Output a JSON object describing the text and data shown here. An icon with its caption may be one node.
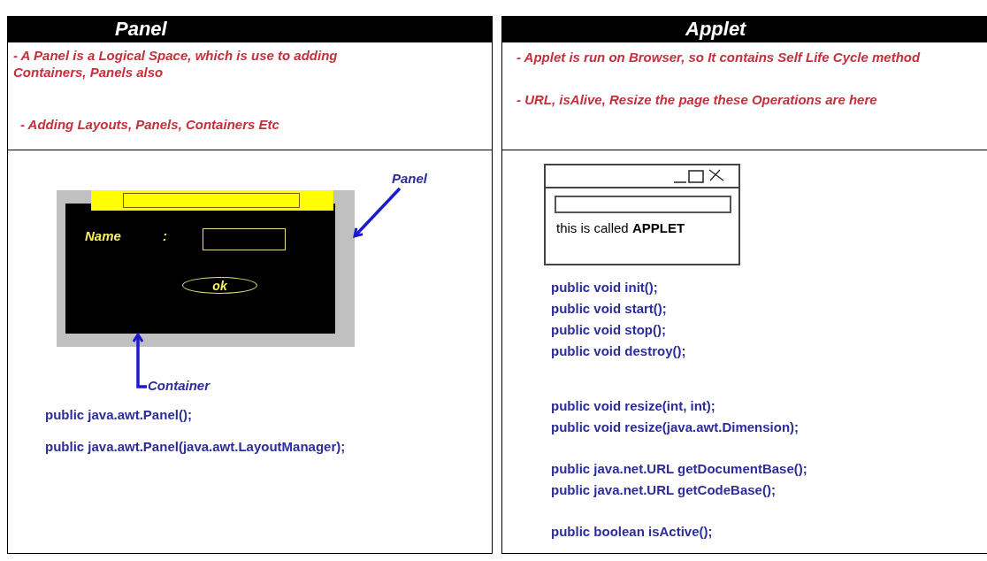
{
  "diagram": {
    "nodes": [
      {
        "text": [
          "Panel"
        ]
      },
      {
        "text": [
          "- A Panel is a Logical Space, which is use to adding Containers, Panels also",
          "- Adding Layouts, Panels, Containers Etc"
        ]
      },
      {
        "text": [
          "public java.awt.Panel();",
          "public java.awt.Panel(java.awt.LayoutManager);"
        ]
      },
      {
        "text": [],
        "shape": "box",
        "in": 2
      },
      {
        "text": [
          "Name",
          ":"
        ],
        "in": 3
      },
      {
        "text": [],
        "shape": "box",
        "in": 3
      },
      {
        "text": [],
        "shape": "box",
        "in": 5
      },
      {
        "text": [],
        "shape": "box",
        "in": 4
      },
      {
        "text": [
          "ok"
        ],
        "in": 4
      },
      {
        "text": [
          "Panel"
        ],
        "in": 2
      },
      {
        "text": [
          "Container"
        ],
        "in": 2
      },
      {
        "text": [
          "Applet"
        ]
      },
      {
        "text": [
          "- Applet is run on Browser, so It contains Self Life Cycle method",
          "- URL, isAlive, Resize the page these Operations are here"
        ]
      },
      {
        "text": [
          "public void init();",
          "public void start();",
          "public void stop();",
          "public void destroy();",
          "public void resize(int, int);",
          "public void resize(java.awt.Dimension);",
          "public java.net.URL getDocumentBase();",
          "public java.net.URL getCodeBase();",
          "public boolean isActive();"
        ]
      },
      {
        "text": [
          "this is called **APPLET**"
        ],
        "in": 13
      },
      {
        "text": [],
        "shape": "box",
        "in": 14
      }
    ],
    "edges": [
      {
        "from": 9,
        "to": 3,
        "arrow": "to"
      },
      {
        "from": 10,
        "to": 4,
        "arrow": "to"
      }
    ]
  }
}
